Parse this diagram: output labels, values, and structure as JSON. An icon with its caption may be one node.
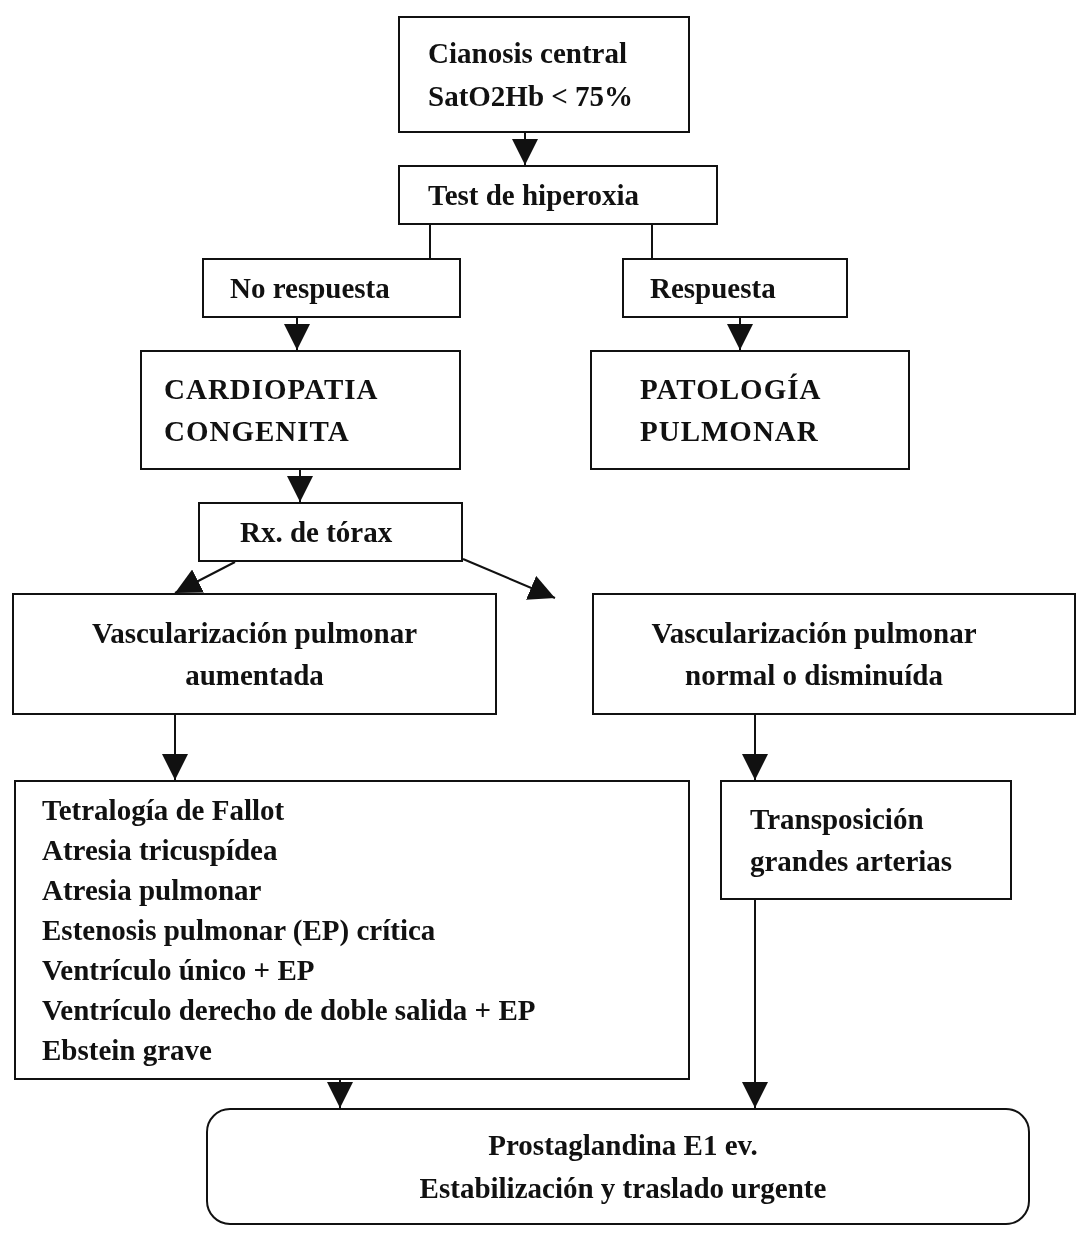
{
  "diagram": {
    "nodes": [
      {
        "text": [
          "Cianosis central",
          "SatO2Hb < 75%"
        ]
      },
      {
        "text": [
          "Test de hiperoxia"
        ]
      },
      {
        "text": [
          "No respuesta"
        ]
      },
      {
        "text": [
          "Respuesta"
        ]
      },
      {
        "text": [
          "CARDIOPATIA CONGENITA"
        ]
      },
      {
        "text": [
          "PATOLOGÍA PULMONAR"
        ]
      },
      {
        "text": [
          "Rx. de tórax"
        ]
      },
      {
        "text": [
          "Vascularización pulmonar aumentada"
        ]
      },
      {
        "text": [
          "Vascularización pulmonar normal o disminuída"
        ]
      },
      {
        "text": [
          "Tetralogía de Fallot",
          "Atresia tricuspídea",
          "Atresia pulmonar",
          "Estenosis pulmonar  (EP) crítica",
          "Ventrículo único + EP",
          "Ventrículo derecho de doble salida + EP",
          "Ebstein grave"
        ]
      },
      {
        "text": [
          "Transposición grandes arterias"
        ]
      },
      {
        "text": [
          "Prostaglandina E1 ev.",
          "Estabilización y traslado urgente"
        ]
      }
    ],
    "edges": [
      {
        "from": 0,
        "to": 1,
        "arrow": "to"
      },
      {
        "from": 1,
        "to": 2,
        "arrow": "none"
      },
      {
        "from": 1,
        "to": 3,
        "arrow": "none"
      },
      {
        "from": 2,
        "to": 4,
        "arrow": "to"
      },
      {
        "from": 3,
        "to": 5,
        "arrow": "to"
      },
      {
        "from": 4,
        "to": 6,
        "arrow": "to"
      },
      {
        "from": 6,
        "to": 7,
        "arrow": "to"
      },
      {
        "from": 6,
        "to": 8,
        "arrow": "to"
      },
      {
        "from": 7,
        "to": 9,
        "arrow": "to"
      },
      {
        "from": 8,
        "to": 10,
        "arrow": "to"
      },
      {
        "from": 9,
        "to": 11,
        "arrow": "to"
      },
      {
        "from": 10,
        "to": 11,
        "arrow": "to"
      }
    ]
  }
}
